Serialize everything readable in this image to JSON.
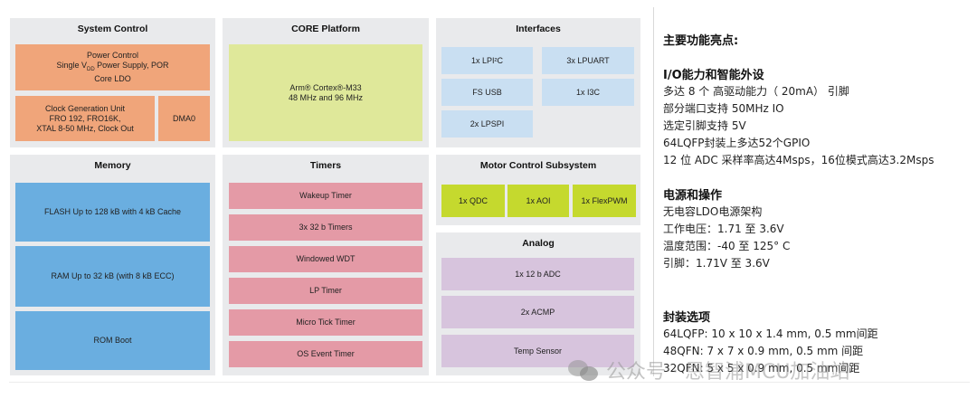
{
  "system_control": {
    "title": "System Control",
    "power_control": [
      "Power Control",
      "Single V",
      "DD",
      " Power Supply, POR",
      "Core LDO"
    ],
    "clock": [
      "Clock Generation Unit",
      "FRO 192, FRO16K,",
      "XTAL 8-50 MHz, Clock Out"
    ],
    "dma": "DMA0"
  },
  "core_platform": {
    "title": "CORE Platform",
    "cpu_line1": "Arm® Cortex®-M33",
    "cpu_line2": "48 MHz and 96 MHz"
  },
  "interfaces": {
    "title": "Interfaces",
    "items": [
      "1x LPI²C",
      "3x LPUART",
      "FS USB",
      "1x I3C",
      "2x LPSPI"
    ]
  },
  "memory": {
    "title": "Memory",
    "items": [
      "FLASH Up to 128 kB with 4 kB Cache",
      "RAM Up to 32 kB (with 8 kB ECC)",
      "ROM Boot"
    ]
  },
  "timers": {
    "title": "Timers",
    "items": [
      "Wakeup Timer",
      "3x 32 b Timers",
      "Windowed WDT",
      "LP Timer",
      "Micro Tick Timer",
      "OS Event Timer"
    ]
  },
  "motor_control": {
    "title": "Motor Control Subsystem",
    "items": [
      "1x QDC",
      "1x AOI",
      "1x FlexPWM"
    ]
  },
  "analog": {
    "title": "Analog",
    "items": [
      "1x 12 b ADC",
      "2x ACMP",
      "Temp Sensor"
    ]
  },
  "features": {
    "main_title": "主要功能亮点:",
    "io_title": "I/O能力和智能外设",
    "io_lines": [
      "多达 8 个 高驱动能力（ 20mA） 引脚",
      "部分端口支持 50MHz IO",
      "选定引脚支持 5V",
      "64LQFP封装上多达52个GPIO",
      "12 位 ADC 采样率高达4Msps，16位模式高达3.2Msps"
    ],
    "power_title": "电源和操作",
    "power_lines": [
      "无电容LDO电源架构",
      "工作电压：1.71 至 3.6V",
      "温度范围：-40 至 125° C",
      "引脚：1.71V 至 3.6V"
    ],
    "package_title": "封装选项",
    "package_lines": [
      "64LQFP: 10 x 10 x 1.4 mm, 0.5 mm间距",
      "48QFN: 7 x 7 x 0.9 mm, 0.5 mm 间距",
      "32QFN: 5 x 5 x 0.9 mm, 0.5 mm间距"
    ]
  },
  "watermark": {
    "text": "公众号 · 恩智浦MCU加油站",
    "icon": "wechat-icon"
  }
}
